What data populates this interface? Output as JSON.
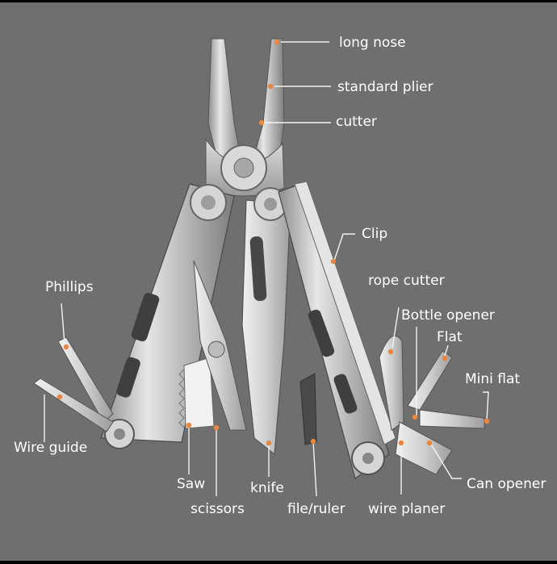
{
  "labels": {
    "long_nose": "long nose",
    "standard_plier": "standard plier",
    "cutter": "cutter",
    "clip": "Clip",
    "rope_cutter": "rope cutter",
    "bottle_opener": "Bottle opener",
    "flat": "Flat",
    "mini_flat": "Mini flat",
    "can_opener": "Can opener",
    "phillips": "Phillips",
    "wire_guide": "Wire guide",
    "saw": "Saw",
    "scissors": "scissors",
    "knife": "knife",
    "file_ruler": "file/ruler",
    "wire_planer": "wire planer"
  },
  "colors": {
    "background": "#6f6f6f",
    "accent_dot": "#e9873e",
    "label_text": "#ffffff",
    "steel": "#c9c9c9"
  }
}
